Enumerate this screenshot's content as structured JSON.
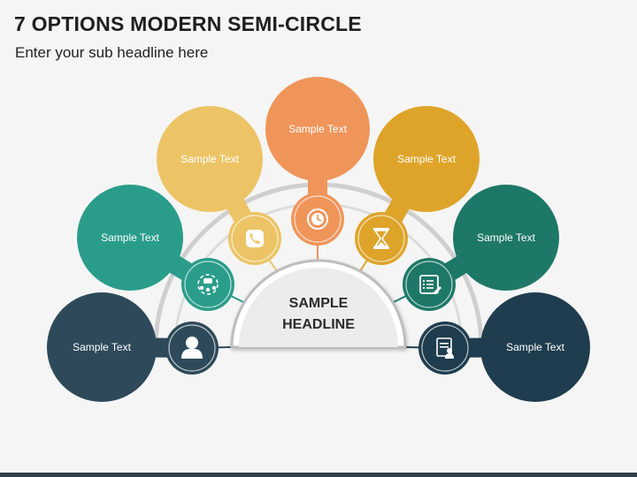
{
  "title": "7 OPTIONS MODERN SEMI-CIRCLE",
  "subtitle": "Enter your sub headline here",
  "center": {
    "line1": "SAMPLE",
    "line2": "HEADLINE"
  },
  "options": [
    {
      "id": "option-1",
      "label": "Sample Text",
      "color": "#2e4a5a",
      "icon": "user-icon"
    },
    {
      "id": "option-2",
      "label": "Sample Text",
      "color": "#2a9d8a",
      "icon": "team-chat-icon"
    },
    {
      "id": "option-3",
      "label": "Sample Text",
      "color": "#ecc466",
      "icon": "phone-icon"
    },
    {
      "id": "option-4",
      "label": "Sample Text",
      "color": "#f0955a",
      "icon": "clock-icon"
    },
    {
      "id": "option-5",
      "label": "Sample Text",
      "color": "#dea42a",
      "icon": "hourglass-icon"
    },
    {
      "id": "option-6",
      "label": "Sample Text",
      "color": "#1e7868",
      "icon": "checklist-icon"
    },
    {
      "id": "option-7",
      "label": "Sample Text",
      "color": "#1f3d4e",
      "icon": "profile-document-icon"
    }
  ]
}
